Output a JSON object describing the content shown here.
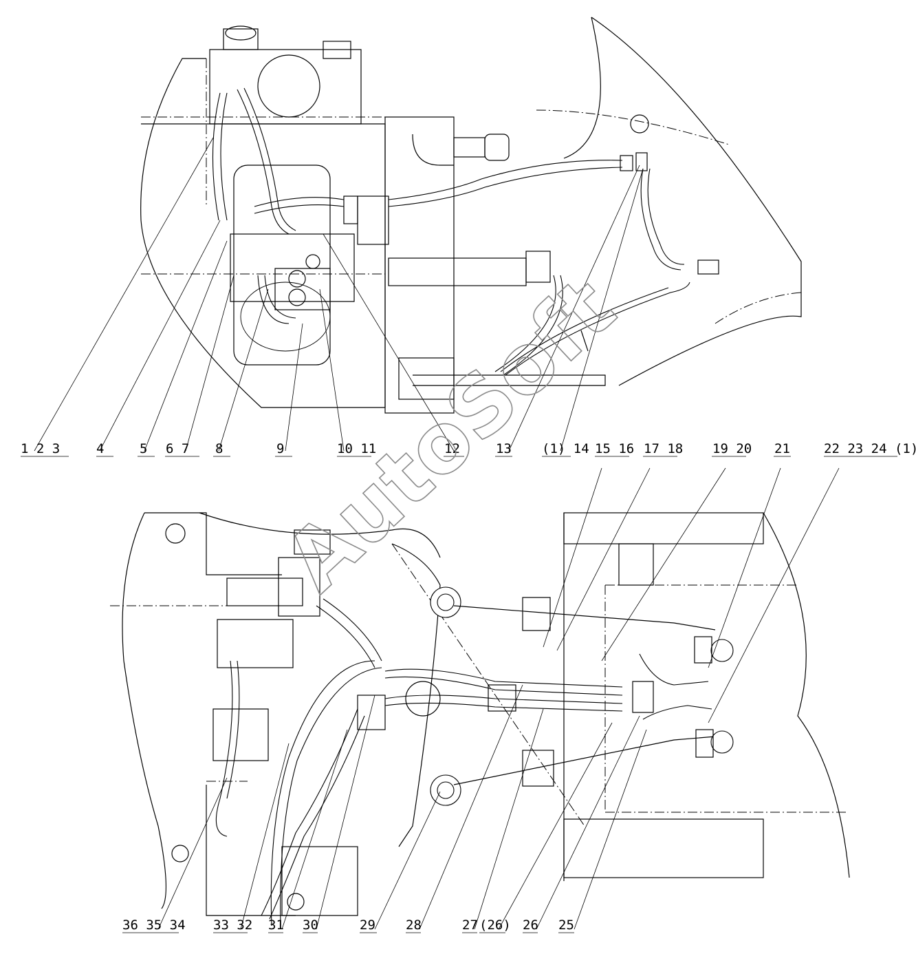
{
  "watermark": "AutoSoft",
  "top_view": {
    "callouts": [
      {
        "id": "c-1-2-3",
        "text": "1 2 3"
      },
      {
        "id": "c-4",
        "text": "4"
      },
      {
        "id": "c-5",
        "text": "5"
      },
      {
        "id": "c-6-7",
        "text": "6 7"
      },
      {
        "id": "c-8",
        "text": "8"
      },
      {
        "id": "c-9",
        "text": "9"
      },
      {
        "id": "c-10-11",
        "text": "10 11"
      },
      {
        "id": "c-12",
        "text": "12"
      },
      {
        "id": "c-13",
        "text": "13"
      },
      {
        "id": "c-1-14",
        "text": "(1) 14"
      },
      {
        "id": "c-15-16",
        "text": "15 16"
      },
      {
        "id": "c-17-18",
        "text": "17 18"
      },
      {
        "id": "c-19-20",
        "text": "19 20"
      },
      {
        "id": "c-21",
        "text": "21"
      },
      {
        "id": "c-22-23-24-1",
        "text": "22 23 24 (1)"
      }
    ]
  },
  "bottom_view": {
    "callouts": [
      {
        "id": "c-36-35-34",
        "text": "36 35 34"
      },
      {
        "id": "c-33-32",
        "text": "33 32"
      },
      {
        "id": "c-31",
        "text": "31"
      },
      {
        "id": "c-30",
        "text": "30"
      },
      {
        "id": "c-29",
        "text": "29"
      },
      {
        "id": "c-28",
        "text": "28"
      },
      {
        "id": "c-27",
        "text": "27"
      },
      {
        "id": "c-26-paren",
        "text": "(26)"
      },
      {
        "id": "c-26",
        "text": "26"
      },
      {
        "id": "c-25",
        "text": "25"
      }
    ]
  }
}
